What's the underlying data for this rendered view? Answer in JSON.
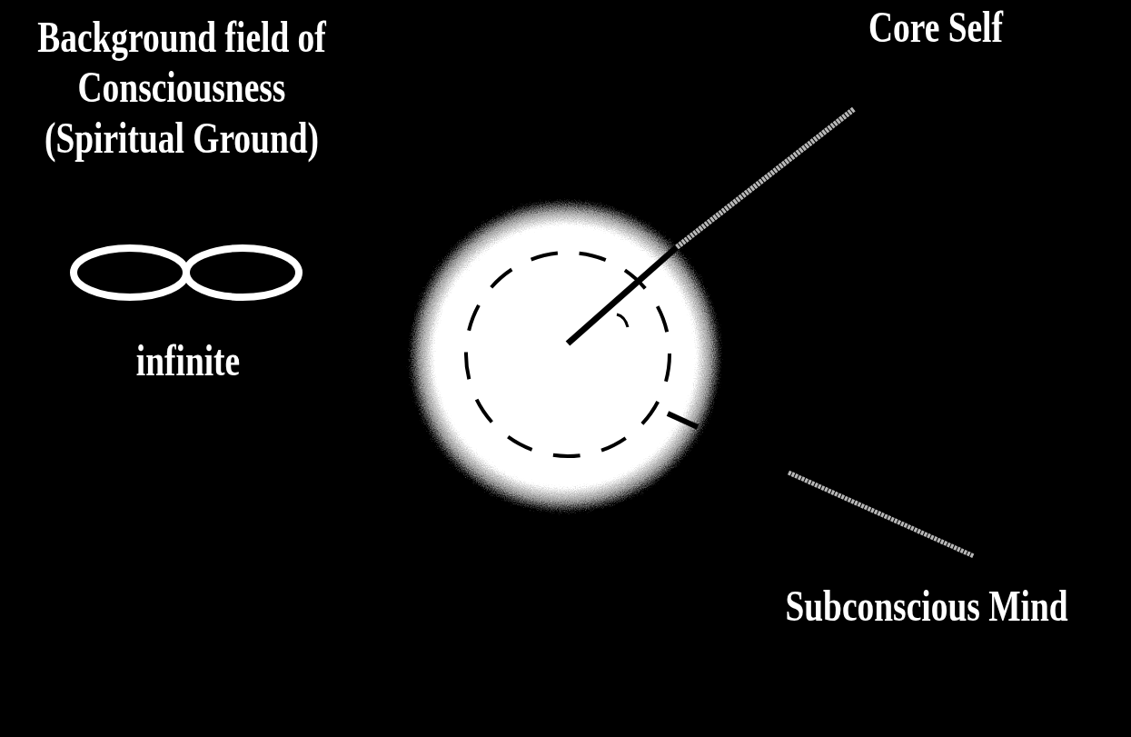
{
  "diagram": {
    "labels": [
      "Background field of Consciousness (Spiritual Ground)",
      "infinite",
      "Core Self",
      "Subconscious Mind"
    ]
  }
}
